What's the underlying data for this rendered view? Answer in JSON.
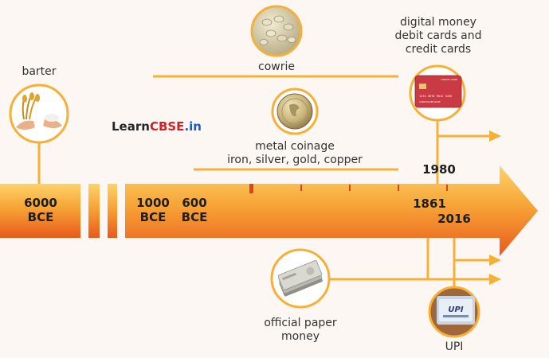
{
  "watermark": {
    "part1": "Learn",
    "part2": "CBSE",
    "part3": ".in"
  },
  "labels": {
    "barter": "barter",
    "cowrie": "cowrie",
    "digital_money": [
      "digital money",
      "debit cards and",
      "credit cards"
    ],
    "metal_coinage": [
      "metal coinage",
      "iron, silver, gold, copper"
    ],
    "paper_money": [
      "official paper",
      "money"
    ],
    "upi": "UPI"
  },
  "years": {
    "y6000": [
      "6000",
      "BCE"
    ],
    "y1000": [
      "1000",
      "BCE"
    ],
    "y600": [
      "600",
      "BCE"
    ],
    "y1980": "1980",
    "y1861": "1861",
    "y2016": "2016"
  },
  "card": {
    "header": "CREDIT CARD",
    "number": "1234 5678 9012 3456",
    "name": "CARDHOLDER NAME"
  },
  "upi_logo": "UPI",
  "colors": {
    "timeline_light": "#fcd36a",
    "timeline_mid": "#f7a336",
    "timeline_dark": "#e85a1d",
    "connector": "#f6b038",
    "tick": "#d8471c",
    "brand_dark": "#262626",
    "brand_red": "#d21f26",
    "brand_blue": "#1a5cc4"
  }
}
